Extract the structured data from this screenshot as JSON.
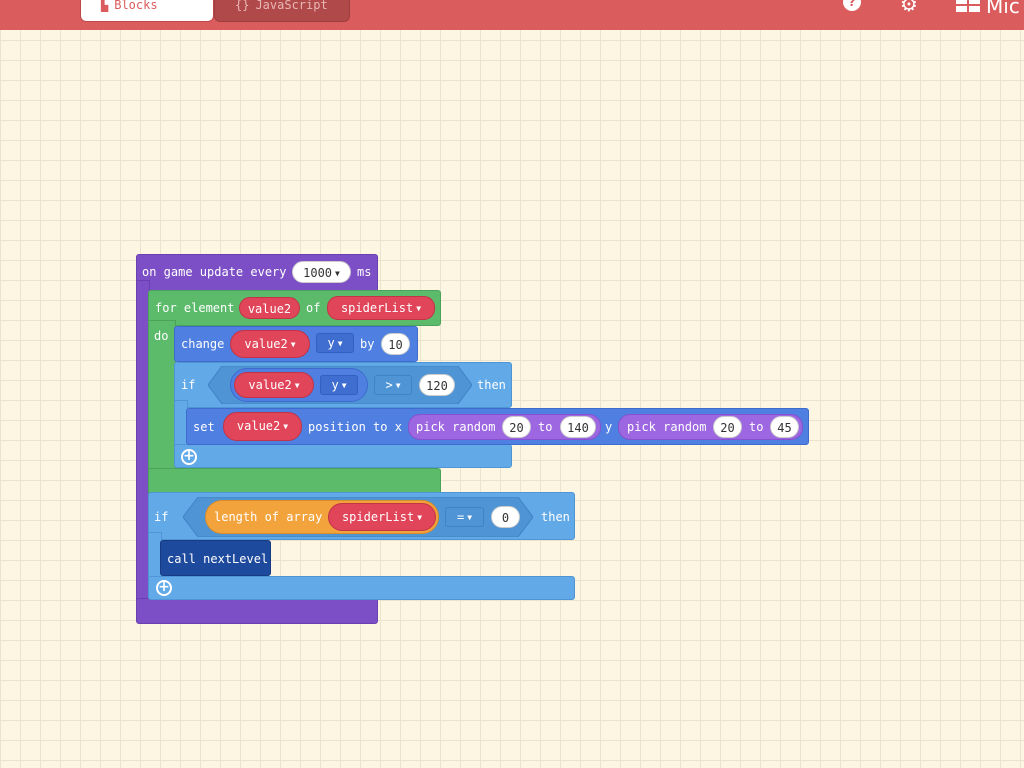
{
  "header": {
    "tabs": [
      {
        "icon": "blocks-icon",
        "label": "Blocks"
      },
      {
        "icon": "braces-icon",
        "label": "JavaScript"
      }
    ],
    "brand": "Mic"
  },
  "workspace": {
    "game_update": {
      "label": "on game update every",
      "interval": "1000",
      "unit": "ms"
    },
    "for_loop": {
      "label": "for element",
      "var": "value2",
      "of": "of",
      "list": "spiderList",
      "do": "do"
    },
    "change": {
      "label": "change",
      "var": "value2",
      "prop": "y",
      "by": "by",
      "amount": "10"
    },
    "if1": {
      "label": "if",
      "var": "value2",
      "prop": "y",
      "op": ">",
      "value": "120",
      "then": "then"
    },
    "set": {
      "label": "set",
      "var": "value2",
      "position": "position to x",
      "x_label": "pick random",
      "x_from": "20",
      "x_to_label": "to",
      "x_to": "140",
      "y_label": "y",
      "y_rand_label": "pick random",
      "y_from": "20",
      "y_to_label": "to",
      "y_to": "45"
    },
    "if2": {
      "label": "if",
      "expr": "length of array",
      "list": "spiderList",
      "op": "=",
      "value": "0",
      "then": "then"
    },
    "call": {
      "label": "call nextLevel"
    }
  },
  "colors": {
    "header": "#db5c5c",
    "game": "#7d4fc7",
    "loops": "#5cba6b",
    "logic": "#62a9e8",
    "sprites": "#4f7fe0",
    "functions": "#1e4a9e",
    "arrays": "#f3a33c",
    "variables": "#e0455a",
    "math": "#9c67e0"
  }
}
